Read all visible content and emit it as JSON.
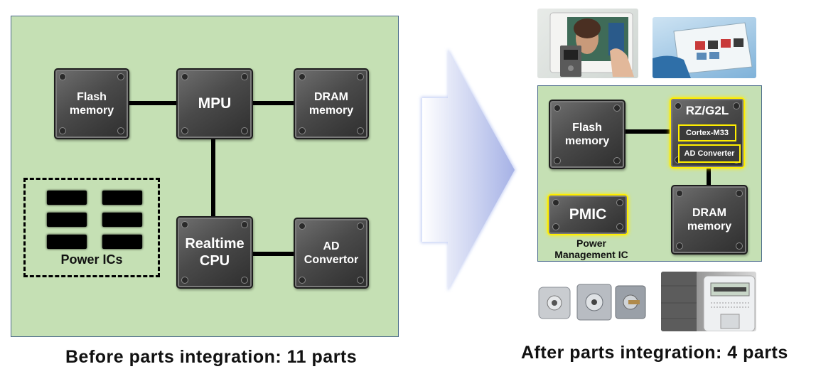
{
  "before": {
    "chips": {
      "flash": "Flash\nmemory",
      "mpu": "MPU",
      "dram": "DRAM\nmemory",
      "realtime_cpu": "Realtime\nCPU",
      "ad": "AD\nConvertor"
    },
    "power_ics_label": "Power ICs",
    "caption": "Before parts integration: 11 parts"
  },
  "after": {
    "chips": {
      "flash": "Flash\nmemory",
      "rz": "RZ/G2L",
      "rz_sub1": "Cortex-M33",
      "rz_sub2": "AD Converter",
      "pmic": "PMIC",
      "dram": "DRAM\nmemory"
    },
    "pmic_label": "Power\nManagement IC",
    "caption": "After parts integration: 4 parts"
  },
  "colors": {
    "panel": "#c5e0b4",
    "chip": "#4a4a4a",
    "highlight": "#ffee00",
    "arrow": "#aeb8e8"
  }
}
